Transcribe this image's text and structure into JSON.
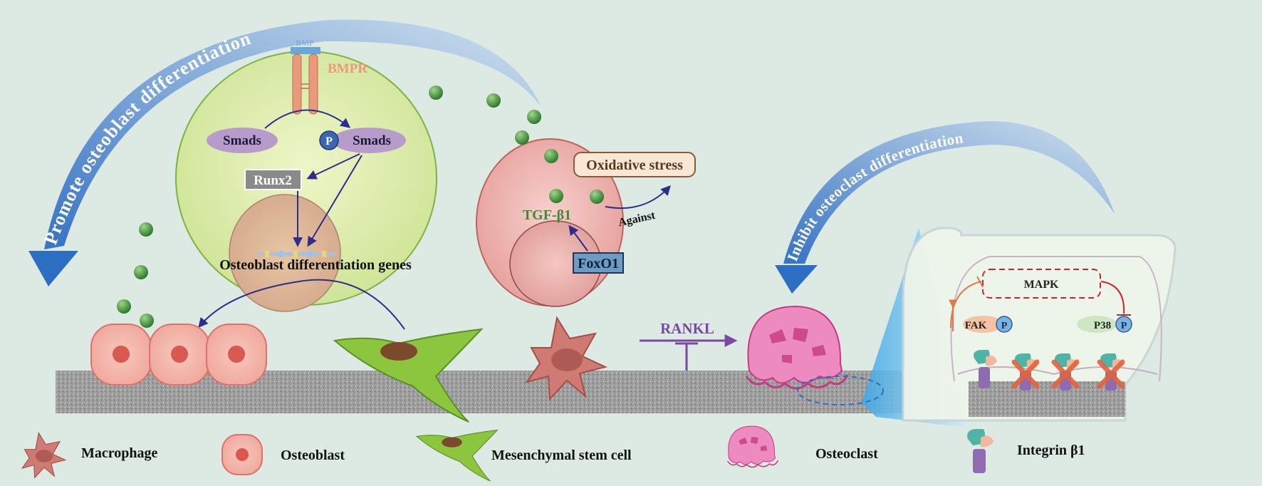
{
  "arcs": {
    "left": "Promote osteoblast differentiation",
    "right": "Inhibit osteoclast differentiation"
  },
  "osteoblast_cell": {
    "bmp": "BMP",
    "bmpr": "BMPR",
    "smads": "Smads",
    "p": "P",
    "p_smads": "Smads",
    "runx2": "Runx2",
    "genes": "Osteoblast differentiation genes"
  },
  "macrophage_cell": {
    "oxidative_stress": "Oxidative stress",
    "tgf": "TGF-β1",
    "against": "Against",
    "foxo1": "FoxO1"
  },
  "rankl": "RANKL",
  "integrin_panel": {
    "mapk": "MAPK",
    "fak": "FAK",
    "p38": "P38",
    "p": "P"
  },
  "legend": [
    {
      "label": "Macrophage"
    },
    {
      "label": "Osteoblast"
    },
    {
      "label": "Mesenchymal stem cell"
    },
    {
      "label": "Osteoclast"
    },
    {
      "label": "Integrin β1"
    }
  ],
  "colors": {
    "background": "#dde9e3",
    "osteoblast_cell": "#d8e9a4",
    "macrophage_cell": "#eaa5a2",
    "smads": "#b79ccb",
    "bmpr": "#e89a7f",
    "tgf_text": "#3f8a3a",
    "osteoclast": "#e775b1",
    "arc": "#3f78c4",
    "arrow": "#2d2d8c"
  }
}
